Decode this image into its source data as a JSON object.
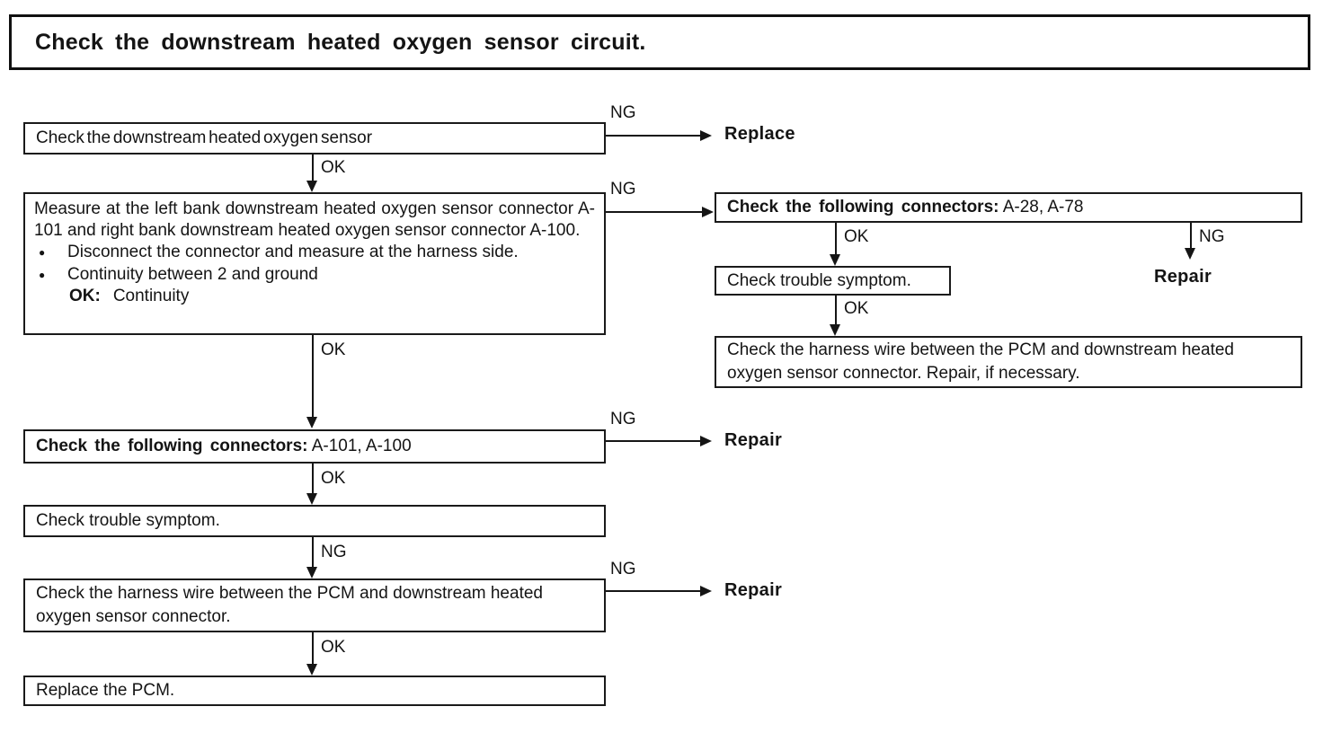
{
  "title": "Check the downstream heated oxygen sensor circuit.",
  "labels": {
    "ok": "OK",
    "ng": "NG"
  },
  "terminals": {
    "replace": "Replace",
    "repair": "Repair"
  },
  "bullet_glyph": "●",
  "nodes": {
    "check_sensor": "Check the downstream heated oxygen sensor",
    "measure_para": "Measure at the left bank downstream heated oxygen sensor connector A-101 and right bank downstream heated oxygen sensor connector A-100.",
    "measure_bullet_1": "Disconnect the connector and measure at the harness side.",
    "measure_bullet_2": "Continuity between 2 and ground",
    "measure_ok_key": "OK:",
    "measure_ok_val": "Continuity",
    "connectors_left_bold": "Check the following connectors:",
    "connectors_left_ids": "A-101, A-100",
    "trouble_left": "Check trouble symptom.",
    "harness_left": "Check the harness wire between the PCM and downstream heated oxygen sensor connector.",
    "replace_pcm": "Replace the PCM.",
    "connectors_right_bold": "Check the following connectors:",
    "connectors_right_ids": "A-28, A-78",
    "trouble_right": "Check trouble symptom.",
    "harness_right": "Check the harness wire between the PCM and downstream heated oxygen sensor connector. Repair, if necessary."
  }
}
